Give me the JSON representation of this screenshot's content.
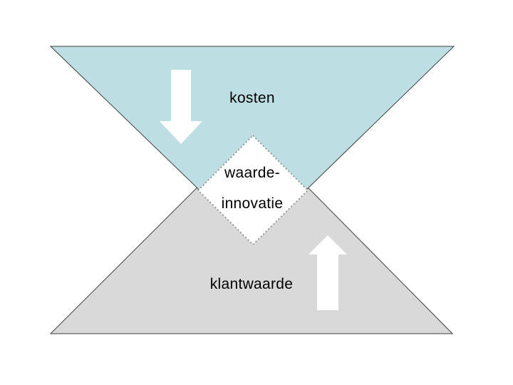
{
  "colors": {
    "top_triangle_fill": "#bddee2",
    "bottom_triangle_fill": "#d9d9d9",
    "triangle_outline": "#404040",
    "diamond_fill": "#ffffff",
    "diamond_border": "#999999",
    "arrow_fill": "#ffffff",
    "background": "#ffffff",
    "text": "#000000"
  },
  "diagram": {
    "top_triangle": {
      "label": "kosten",
      "arrow_icon": "down-arrow-icon"
    },
    "bottom_triangle": {
      "label": "klantwaarde",
      "arrow_icon": "up-arrow-icon"
    },
    "center_diamond": {
      "label_line1": "waarde-",
      "label_line2": "innovatie"
    }
  }
}
